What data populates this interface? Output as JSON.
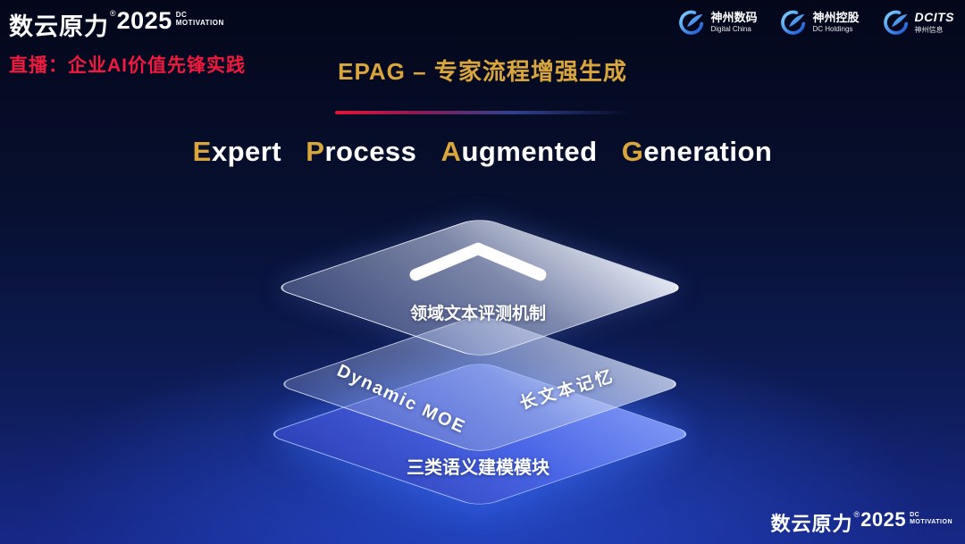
{
  "brand": {
    "name": "数云原力",
    "reg": "®",
    "year": "2025",
    "tag_line1": "DC",
    "tag_line2": "MOTIVATION"
  },
  "header": {
    "live_label": "直播：企业AI价值先锋实践",
    "title": "EPAG – 专家流程增强生成"
  },
  "partner_logos": [
    {
      "name": "神州数码",
      "sub": "Digital China"
    },
    {
      "name": "神州控股",
      "sub": "DC Holdings"
    },
    {
      "name": "DCITS",
      "sub": "神州信息"
    }
  ],
  "subtitle": {
    "full": "Expert Process Augmented Generation",
    "words": [
      {
        "cap": "E",
        "rest": "xpert"
      },
      {
        "cap": "P",
        "rest": "rocess"
      },
      {
        "cap": "A",
        "rest": "ugmented"
      },
      {
        "cap": "G",
        "rest": "eneration"
      }
    ]
  },
  "diagram": {
    "top_layer_label": "领域文本评测机制",
    "middle_layer_labels": {
      "left": "Dynamic MOE",
      "right": "长文本记忆"
    },
    "bottom_layer_label": "三类语义建模模块",
    "chevron_icon": "chevron-up"
  },
  "colors": {
    "gold": "#d9a53d",
    "red": "#ef1a3e",
    "layer_blue": "#4a66e6",
    "background_top": "#04071a",
    "background_bottom": "#16277f"
  }
}
